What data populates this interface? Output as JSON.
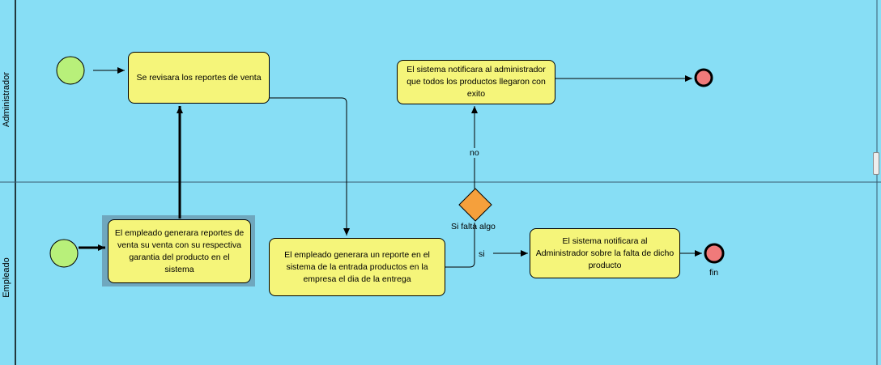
{
  "lanes": {
    "top": "Administrador",
    "bottom": "Empleado"
  },
  "tasks": {
    "review": "Se revisara los reportes de venta",
    "notify_admin": "El sistema notificara al administrador que todos los productos llegaron con exito",
    "employee_reports": "El empleado generara reportes de venta su venta con su respectiva garantia del producto en el sistema",
    "employee_entry": "El empleado generara un reporte  en el sistema de la entrada productos en la empresa el dia de la entrega",
    "notify_missing": "El sistema notificara al Administrador sobre la falta de dicho producto"
  },
  "gateway": {
    "label": "Si falta algo"
  },
  "flow_labels": {
    "no": "no",
    "si": "si"
  },
  "end_label": "fin",
  "colors": {
    "background": "#87DEF5",
    "task_fill": "#F5F57A",
    "start_fill": "#B8F07A",
    "end_fill": "#F07A7A",
    "gateway_fill": "#F5A03C",
    "selection": "#6FA7BE"
  }
}
